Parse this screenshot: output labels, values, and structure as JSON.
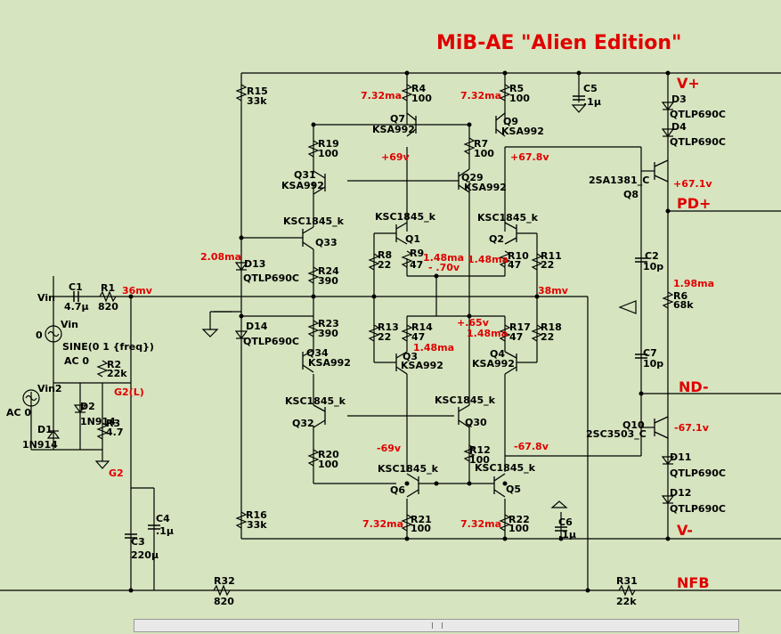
{
  "title": "MiB-AE \"Alien Edition\"",
  "nets": {
    "vplus": "V+",
    "vminus": "V-",
    "pdplus": "PD+",
    "ndminus": "ND-",
    "nfb": "NFB",
    "g2l": "G2(L)",
    "g2": "G2",
    "vin": "Vin",
    "vin2": "Vin2"
  },
  "components": {
    "R4": [
      "R4",
      "100"
    ],
    "R5": [
      "R5",
      "100"
    ],
    "R15": [
      "R15",
      "33k"
    ],
    "R19": [
      "R19",
      "100"
    ],
    "R7": [
      "R7",
      "100"
    ],
    "R24": [
      "R24",
      "390"
    ],
    "R23": [
      "R23",
      "390"
    ],
    "R8": [
      "R8",
      "22"
    ],
    "R9": [
      "R9",
      "47"
    ],
    "R10": [
      "R10",
      "47"
    ],
    "R11": [
      "R11",
      "22"
    ],
    "R13": [
      "R13",
      "22"
    ],
    "R14": [
      "R14",
      "47"
    ],
    "R17": [
      "R17",
      "47"
    ],
    "R18": [
      "R18",
      "22"
    ],
    "R20": [
      "R20",
      "100"
    ],
    "R12": [
      "R12",
      "100"
    ],
    "R16": [
      "R16",
      "33k"
    ],
    "R21": [
      "R21",
      "100"
    ],
    "R22": [
      "R22",
      "100"
    ],
    "R6": [
      "R6",
      "68k"
    ],
    "R1": [
      "R1",
      "820"
    ],
    "R2": [
      "R2",
      "22k"
    ],
    "R3": [
      "R3",
      "4.7"
    ],
    "R32": [
      "R32",
      "820"
    ],
    "R31": [
      "R31",
      "22k"
    ],
    "C1": [
      "C1",
      "4.7µ"
    ],
    "C2": [
      "C2",
      "10p"
    ],
    "C7": [
      "C7",
      "10p"
    ],
    "C3": [
      "C3",
      "220µ"
    ],
    "C4": [
      "C4",
      ".1µ"
    ],
    "C5": [
      "C5",
      ".1µ"
    ],
    "C6": [
      "C6",
      ".1µ"
    ],
    "Q7": [
      "Q7",
      "KSA992"
    ],
    "Q9": [
      "Q9",
      "KSA992"
    ],
    "Q31": [
      "Q31",
      "KSA992"
    ],
    "Q29": [
      "Q29",
      "KSA992"
    ],
    "Q33": [
      "Q33",
      "KSC1845_k"
    ],
    "Q1": [
      "Q1",
      "KSC1845_k"
    ],
    "Q2": [
      "Q2",
      "KSC1845_k"
    ],
    "Q3": [
      "Q3",
      "KSA992"
    ],
    "Q4": [
      "Q4",
      "KSA992"
    ],
    "Q34": [
      "Q34",
      "KSA992"
    ],
    "Q32": [
      "Q32",
      "KSC1845_k"
    ],
    "Q30": [
      "Q30",
      "KSC1845_k"
    ],
    "Q6": [
      "Q6",
      "KSC1845_k"
    ],
    "Q5": [
      "Q5",
      "KSC1845_k"
    ],
    "Q8": [
      "Q8",
      "2SA1381_C"
    ],
    "Q10": [
      "Q10",
      "2SC3503_C"
    ],
    "D3": [
      "D3",
      "QTLP690C"
    ],
    "D4": [
      "D4",
      "QTLP690C"
    ],
    "D11": [
      "D11",
      "QTLP690C"
    ],
    "D12": [
      "D12",
      "QTLP690C"
    ],
    "D13": [
      "D13",
      "QTLP690C"
    ],
    "D14": [
      "D14",
      "QTLP690C"
    ],
    "D1": [
      "D1",
      "1N914"
    ],
    "D2": [
      "D2",
      "1N914"
    ]
  },
  "source": {
    "sine": "SINE(0 1 {freq})",
    "ac": "AC 0",
    "ac2": "AC 0",
    "zero": "0"
  },
  "annotations": {
    "r4_i": "7.32ma",
    "r5_i": "7.32ma",
    "r21_i": "7.32ma",
    "r22_i": "7.32ma",
    "v69p": "+69v",
    "v678p": "+67.8v",
    "v671p": "+67.1v",
    "v69n": "-69v",
    "v678n": "-67.8v",
    "v671n": "-67.1v",
    "d13_i": "2.08ma",
    "r9_i": "1.48ma",
    "r10_i": "1.48ma",
    "r14_i": "1.48ma",
    "r17_i": "1.48ma",
    "r6_i": "1.98ma",
    "vm70": "- .70v",
    "vp65": "+.65v",
    "v36": "36mv",
    "v38": "38mv"
  },
  "scrollbar": {
    "grip": "|||"
  }
}
